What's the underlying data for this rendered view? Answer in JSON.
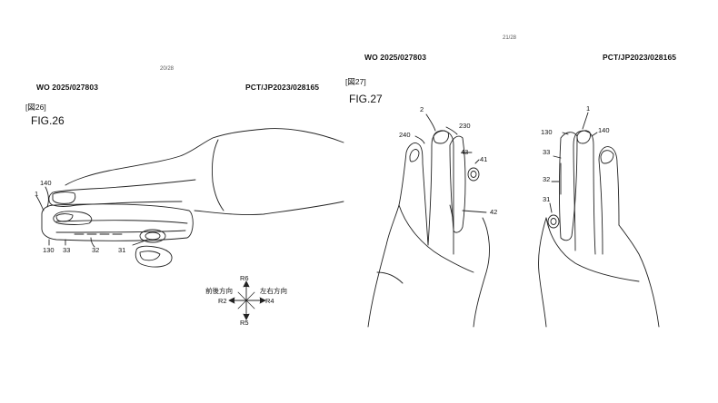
{
  "left_page": {
    "page_number": "20/28",
    "publication_number": "WO 2025/027803",
    "application_number": "PCT/JP2023/028165",
    "drawing_tag": "[図26]",
    "figure_title": "FIG.26",
    "labels": {
      "l140": "140",
      "l1": "1",
      "l130": "130",
      "l33": "33",
      "l32": "32",
      "l31": "31"
    },
    "axes": {
      "r6": "R6",
      "r5": "R5",
      "r2": "R2",
      "r4": "R4",
      "front_back": "前後方向",
      "left_right": "左右方向"
    }
  },
  "right_page": {
    "page_number": "21/28",
    "publication_number": "WO 2025/027803",
    "application_number": "PCT/JP2023/028165",
    "drawing_tag": "[図27]",
    "figure_title": "FIG.27",
    "labels": {
      "l2": "2",
      "l230": "230",
      "l240": "240",
      "l43": "43",
      "l41": "41",
      "l42": "42",
      "r1": "1",
      "r130": "130",
      "r140": "140",
      "r33": "33",
      "r32": "32",
      "r31": "31"
    }
  }
}
